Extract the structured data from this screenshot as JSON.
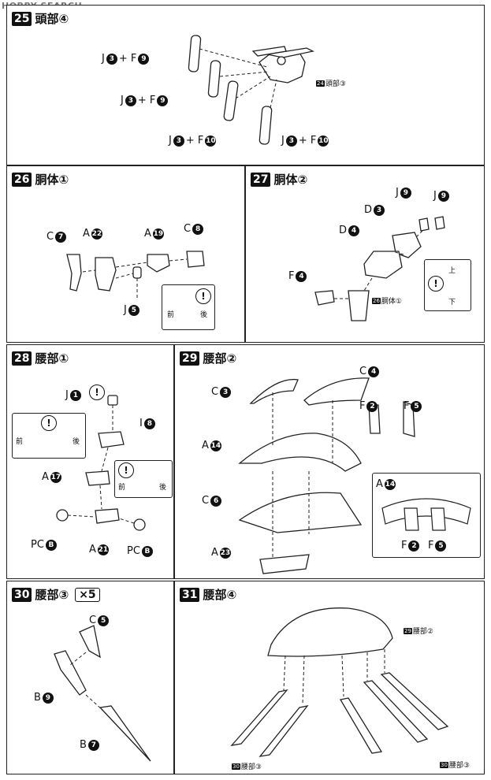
{
  "watermark": "HOBBY SEARCH",
  "s25": {
    "num": "25",
    "title": "頭部④",
    "labels": [
      "J",
      "3",
      "+ F",
      "9",
      "J",
      "3",
      "+ F",
      "9",
      "J",
      "3",
      "+ F",
      "10",
      "J",
      "3",
      "+ F",
      "10"
    ],
    "ref": {
      "tag": "24",
      "text": "頭部③"
    }
  },
  "s26": {
    "num": "26",
    "title": "胴体①",
    "c7": [
      "C",
      "7"
    ],
    "a22": [
      "A",
      "22"
    ],
    "a19": [
      "A",
      "19"
    ],
    "c8": [
      "C",
      "8"
    ],
    "j5": [
      "J",
      "5"
    ],
    "front": "前",
    "back": "後"
  },
  "s27": {
    "num": "27",
    "title": "胴体②",
    "d3": [
      "D",
      "3"
    ],
    "d4": [
      "D",
      "4"
    ],
    "j9a": [
      "J",
      "9"
    ],
    "j9b": [
      "J",
      "9"
    ],
    "f4": [
      "F",
      "4"
    ],
    "up": "上",
    "down": "下",
    "ref": {
      "tag": "26",
      "text": "胴体①"
    }
  },
  "s28": {
    "num": "28",
    "title": "腰部①",
    "j1": [
      "J",
      "1"
    ],
    "i8": [
      "I",
      "8"
    ],
    "a17": [
      "A",
      "17"
    ],
    "a21": [
      "A",
      "21"
    ],
    "pcb_l": [
      "PC",
      "B"
    ],
    "pcb_r": [
      "PC",
      "B"
    ],
    "front": "前",
    "back": "後",
    "front2": "前",
    "back2": "後"
  },
  "s29": {
    "num": "29",
    "title": "腰部②",
    "c3": [
      "C",
      "3"
    ],
    "c4": [
      "C",
      "4"
    ],
    "f2": [
      "F",
      "2"
    ],
    "f5": [
      "F",
      "5"
    ],
    "a14": [
      "A",
      "14"
    ],
    "c6": [
      "C",
      "6"
    ],
    "a23": [
      "A",
      "23"
    ],
    "d_a14": [
      "A",
      "14"
    ],
    "d_f2": [
      "F",
      "2"
    ],
    "d_f5": [
      "F",
      "5"
    ]
  },
  "s30": {
    "num": "30",
    "title": "腰部③",
    "qty": "×5",
    "c5": [
      "C",
      "5"
    ],
    "b9": [
      "B",
      "9"
    ],
    "b7": [
      "B",
      "7"
    ]
  },
  "s31": {
    "num": "31",
    "title": "腰部④",
    "ref_top": {
      "tag": "29",
      "text": "腰部②"
    },
    "ref_l": {
      "tag": "30",
      "text": "腰部③"
    },
    "ref_r": {
      "tag": "30",
      "text": "腰部③"
    }
  }
}
